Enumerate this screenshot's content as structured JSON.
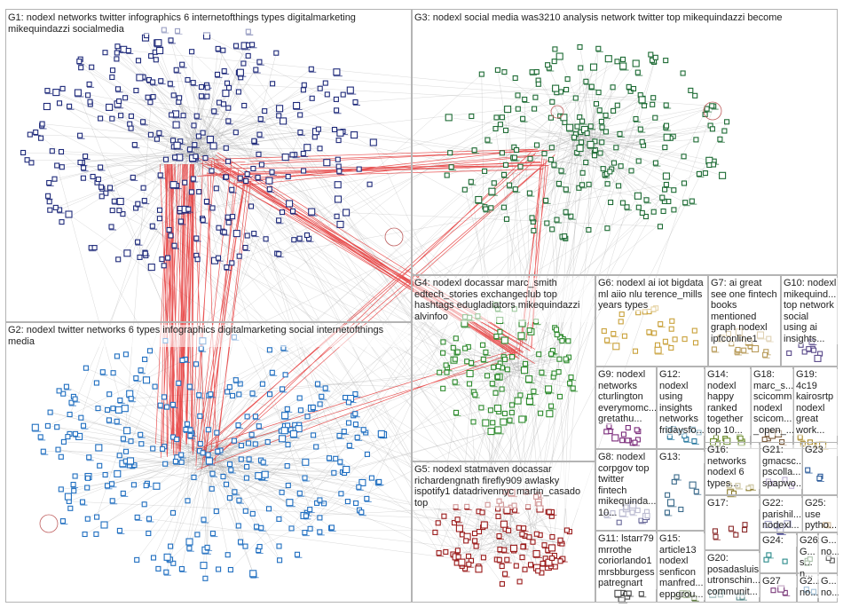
{
  "graph": {
    "groups": [
      {
        "id": "G1",
        "label": "G1: nodexl networks twitter infographics 6 internetofthings types digitalmarketing\nmikequindazzi socialmedia",
        "color": "#1e2a7a",
        "density": 310
      },
      {
        "id": "G2",
        "label": "G2: nodexl twitter networks 6 types infographics digitalmarketing social internetofthings\nmedia",
        "color": "#1f6ec0",
        "density": 300
      },
      {
        "id": "G3",
        "label": "G3: nodexl social media was3210 analysis network twitter top mikequindazzi become",
        "color": "#1d6b34",
        "density": 220
      },
      {
        "id": "G4",
        "label": "G4: nodexl docassar marc_smith\nedtech_stories exchangeclub top\nhashtags edugladiators mikequindazzi\nalvinfoo",
        "color": "#2e8b2e",
        "density": 110
      },
      {
        "id": "G5",
        "label": "G5: nodexl statmaven docassar\nrichardengnath firefly909 awlasky\nispotify1 datadrivennyc martin_casado\ntop",
        "color": "#9a1a1a",
        "density": 110
      },
      {
        "id": "G6",
        "label": "G6: nodexl ai iot bigdata\nml aiio nlu terence_mills\nyears types",
        "color": "#c9a13a",
        "density": 26
      },
      {
        "id": "G7",
        "label": "G7: ai great\nsee one fintech\nbooks\nmentioned\ngraph nodexl\nipfconline1",
        "color": "#b89b5a",
        "density": 16
      },
      {
        "id": "G8",
        "label": "G8: nodexl\ncorpgov top\ntwitter\nfintech\nmikequinda...\n10...",
        "color": "#6a6a9a",
        "density": 14
      },
      {
        "id": "G9",
        "label": "G9: nodexl\nnetworks\ncturlington\neverymomc...\ngretathu...",
        "color": "#7a2a7a",
        "density": 14
      },
      {
        "id": "G10",
        "label": "G10: nodexl\nmikequind...\ntop network\nsocial\nusing ai\ninsights...",
        "color": "#5a4a8a",
        "density": 10
      },
      {
        "id": "G11",
        "label": "G11: lstarr79\nmrrothe\ncoriorlando1\nmrsbburgess\npatregnart",
        "color": "#4a4a4a",
        "density": 8
      },
      {
        "id": "G12",
        "label": "G12:\nnodexl\nusing\ninsights\nnetworks\nfridaysfo...",
        "color": "#2a7aa0",
        "density": 9
      },
      {
        "id": "G13",
        "label": "G13:",
        "color": "#3a6a8a",
        "density": 8
      },
      {
        "id": "G14",
        "label": "G14:\nnodexl\nhappy\nranked\ntogether\ntop 10...",
        "color": "#6a8a2a",
        "density": 8
      },
      {
        "id": "G15",
        "label": "G15:\narticle13\nnodexl\nsenficon\nmanfred...\neppgrou...",
        "color": "#4a6a2a",
        "density": 6
      },
      {
        "id": "G16",
        "label": "G16:\nnetworks\nnodexl 6\ntypes...",
        "color": "#8a7a2a",
        "density": 6
      },
      {
        "id": "G17",
        "label": "G17:",
        "color": "#8a2a2a",
        "density": 6
      },
      {
        "id": "G18",
        "label": "G18:\nmarc_s...\nscicomm\nnodexl\nscicom...\n_open_...",
        "color": "#7a5a3a",
        "density": 6
      },
      {
        "id": "G19",
        "label": "G19:\n4c19\nkairosrtp\nnodexl\ngreat\nwork...",
        "color": "#aa8a2a",
        "density": 6
      },
      {
        "id": "G20",
        "label": "G20:\nposadasluis\nutronschin...\ncommunit...",
        "color": "#5a8a8a",
        "density": 5
      },
      {
        "id": "G21",
        "label": "G21:\ngmacsc...\npscolla...\nspapwo...",
        "color": "#6a4a9a",
        "density": 4
      },
      {
        "id": "G22",
        "label": "G22:\nparishil...\nnodexl...",
        "color": "#3a3a8a",
        "density": 4
      },
      {
        "id": "G23",
        "label": "G23",
        "color": "#2a5a9a",
        "density": 3
      },
      {
        "id": "G24",
        "label": "G24:",
        "color": "#2a8a8a",
        "density": 3
      },
      {
        "id": "G25",
        "label": "G25:\nuse\npytho...",
        "color": "#9a6a2a",
        "density": 3
      },
      {
        "id": "G26",
        "label": "G26:\nG...\ns...\nn...",
        "color": "#4a7a4a",
        "density": 3
      },
      {
        "id": "G27",
        "label": "G27",
        "color": "#7a3a7a",
        "density": 3
      },
      {
        "id": "G2x",
        "label": "G2...\nno...",
        "color": "#3a7aaa",
        "density": 2
      },
      {
        "id": "G2y",
        "label": "G...\nno...",
        "color": "#5a5a5a",
        "density": 2
      }
    ],
    "edge_colors": {
      "gray": "#9a9a9a",
      "red": "#e21b1b"
    }
  }
}
